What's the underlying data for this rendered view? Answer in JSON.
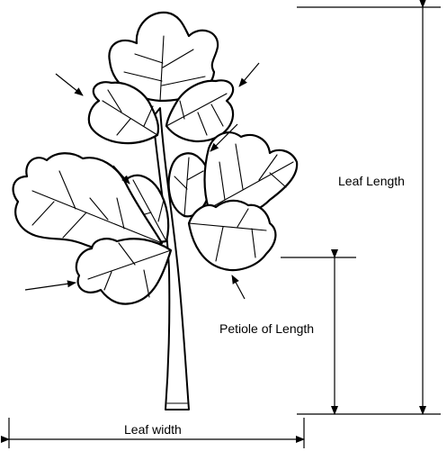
{
  "labels": {
    "leaf_length": "Leaf Length",
    "petiole_length": "Petiole of Length",
    "leaf_width": "Leaf width"
  }
}
